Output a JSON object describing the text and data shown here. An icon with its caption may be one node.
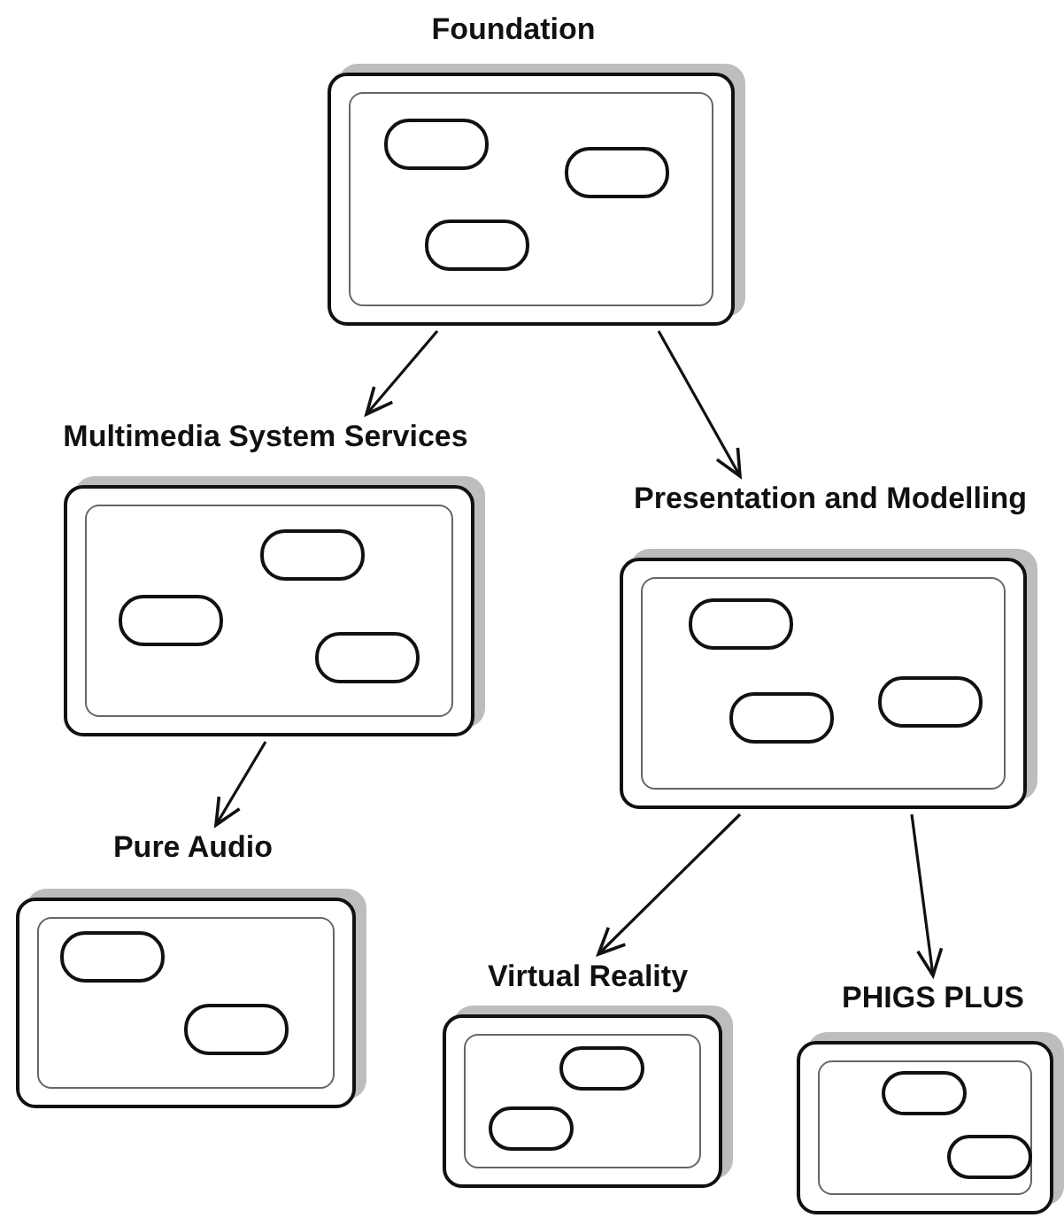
{
  "diagram": {
    "nodes": [
      {
        "text": [
          "Foundation"
        ]
      },
      {
        "text": [
          "Multimedia System Services"
        ]
      },
      {
        "text": [
          "Presentation and Modelling"
        ]
      },
      {
        "text": [
          "Pure Audio"
        ]
      },
      {
        "text": [
          "Virtual Reality"
        ]
      },
      {
        "text": [
          "PHIGS PLUS"
        ]
      }
    ],
    "edges": [
      {
        "from": 0,
        "to": 1,
        "arrow": "to"
      },
      {
        "from": 0,
        "to": 2,
        "arrow": "to"
      },
      {
        "from": 1,
        "to": 3,
        "arrow": "to"
      },
      {
        "from": 2,
        "to": 4,
        "arrow": "to"
      },
      {
        "from": 2,
        "to": 5,
        "arrow": "to"
      }
    ]
  }
}
